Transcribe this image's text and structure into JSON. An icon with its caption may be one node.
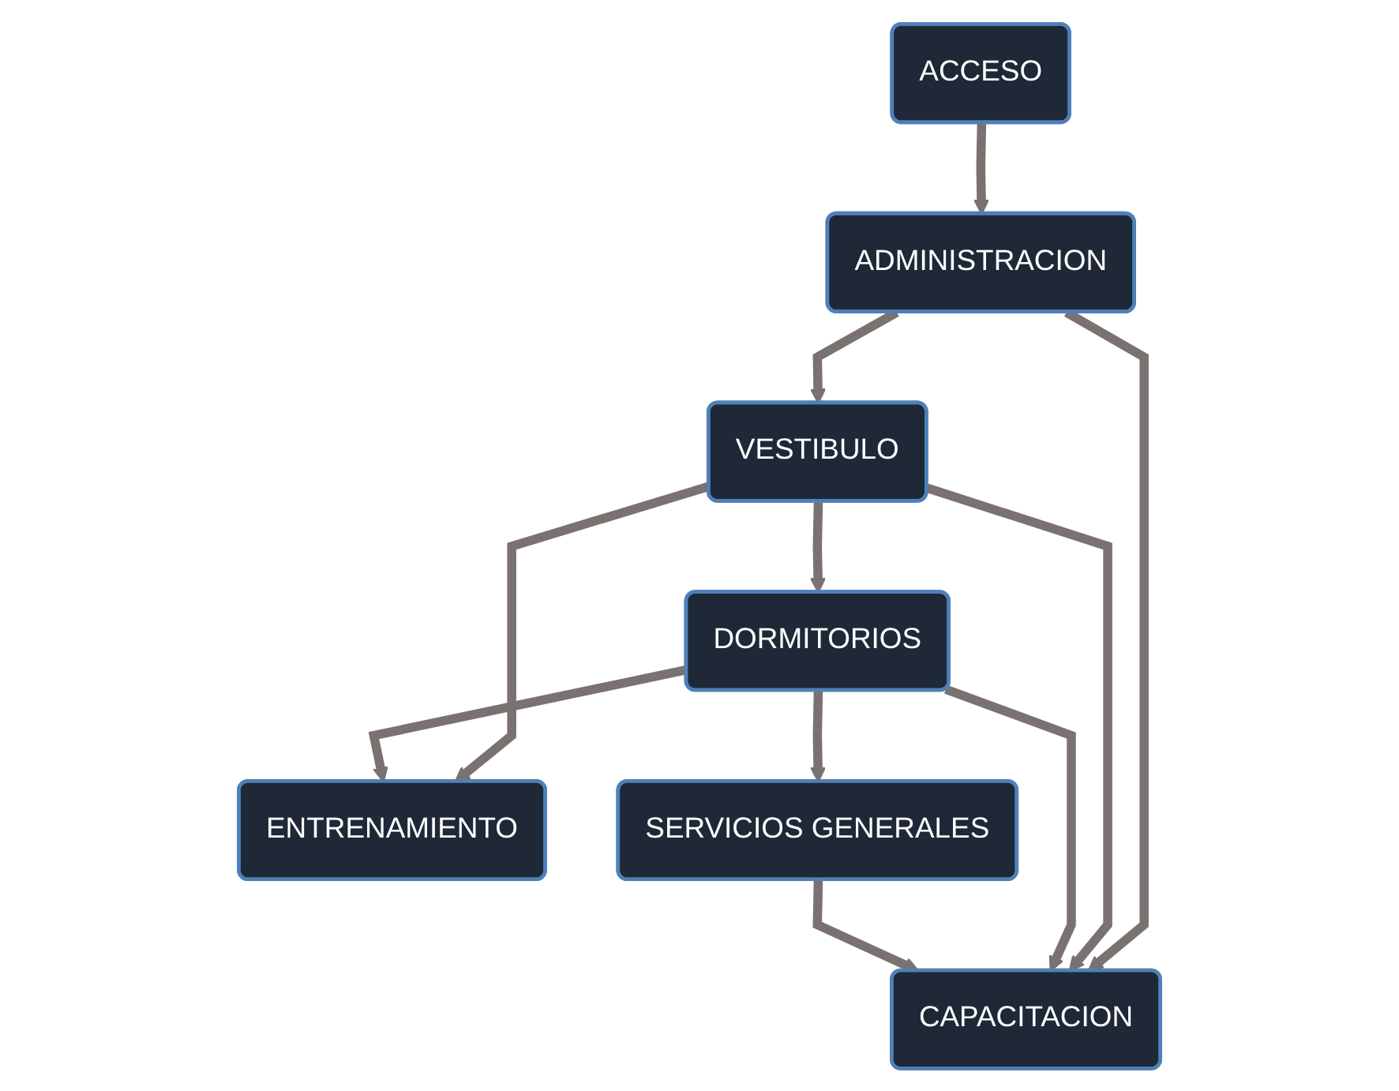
{
  "diagram": {
    "nodes": [
      {
        "text": [
          "ACCESO"
        ]
      },
      {
        "text": [
          "ADMINISTRACION"
        ]
      },
      {
        "text": [
          "DORMITORIOS"
        ]
      },
      {
        "text": [
          "VESTIBULO"
        ]
      },
      {
        "text": [
          "CAPACITACION"
        ]
      },
      {
        "text": [
          "ENTRENAMIENTO"
        ]
      },
      {
        "text": [
          "SERVICIOS GENERALES"
        ]
      }
    ],
    "edges": [
      {
        "from": 0,
        "to": 1,
        "arrow": "to"
      },
      {
        "from": 1,
        "to": 3,
        "arrow": "to"
      },
      {
        "from": 1,
        "to": 4,
        "arrow": "to"
      },
      {
        "from": 3,
        "to": 2,
        "arrow": "to"
      },
      {
        "from": 3,
        "to": 4,
        "arrow": "to"
      },
      {
        "from": 3,
        "to": 5,
        "arrow": "to"
      },
      {
        "from": 2,
        "to": 5,
        "arrow": "to"
      },
      {
        "from": 2,
        "to": 6,
        "arrow": "to"
      },
      {
        "from": 2,
        "to": 4,
        "arrow": "to"
      },
      {
        "from": 6,
        "to": 4,
        "arrow": "to"
      }
    ]
  }
}
